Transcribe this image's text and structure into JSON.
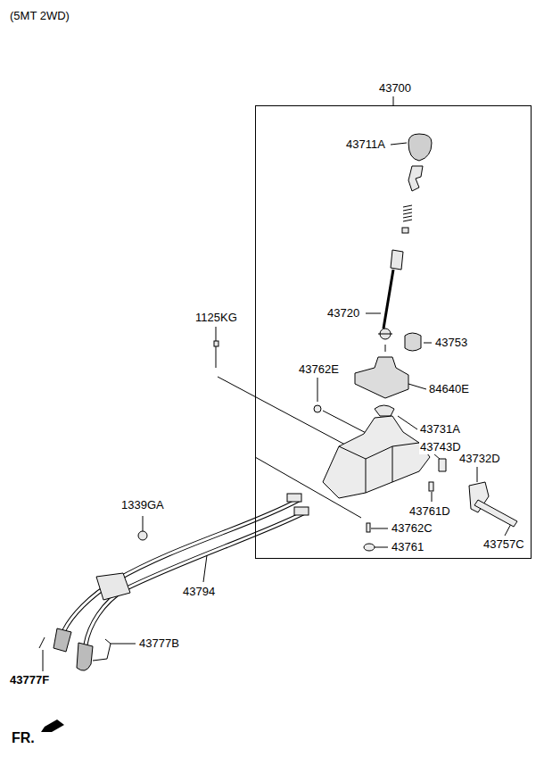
{
  "diagram": {
    "nodes": [
      {
        "text": [
          "43700"
        ]
      }
    ],
    "labels": [
      "(5MT 2WD)",
      "43711A",
      "43720",
      "43753",
      "43762E",
      "84640E",
      "43731A",
      "43743D",
      "43732D",
      "43761D",
      "43762C",
      "43761",
      "43757C",
      "1125KG",
      "1339GA",
      "43794",
      "43777B",
      "43777F",
      "FR."
    ]
  }
}
